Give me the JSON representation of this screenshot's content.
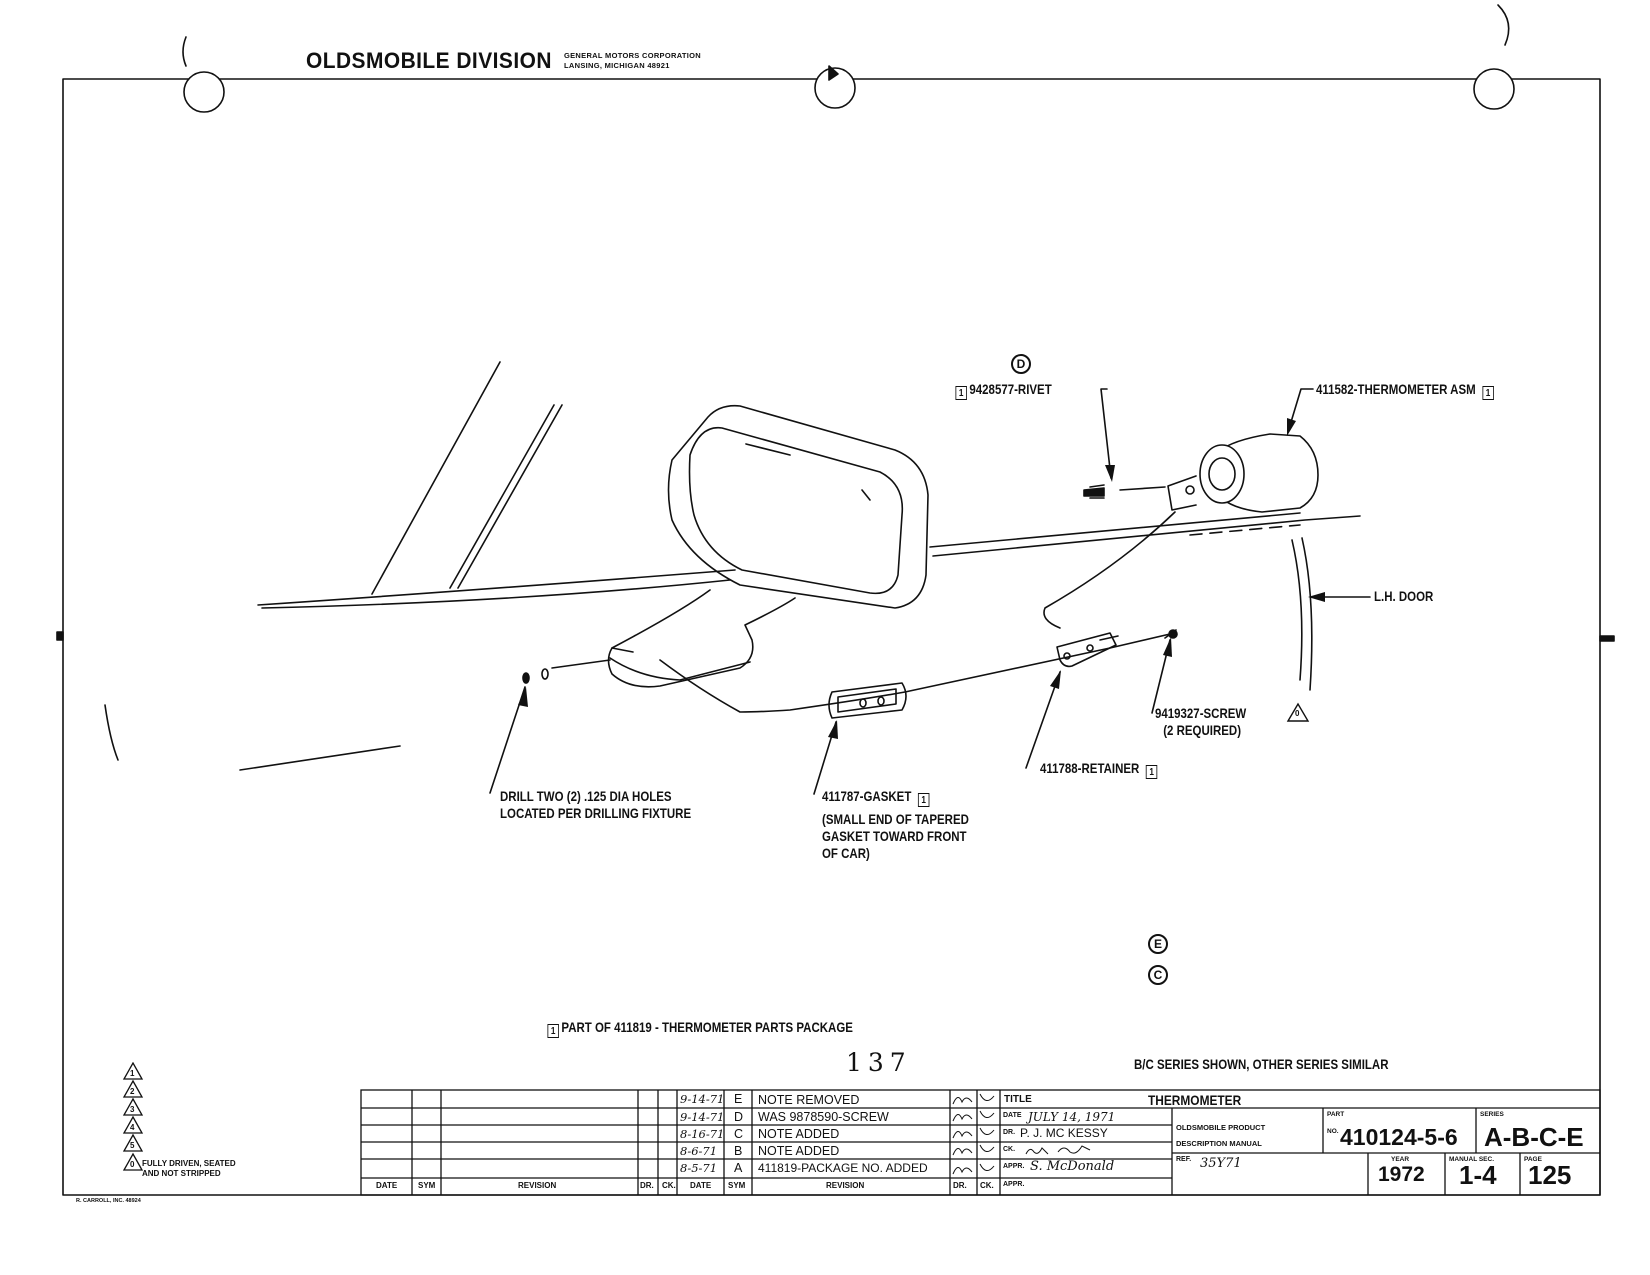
{
  "header": {
    "division": "OLDSMOBILE DIVISION",
    "corporation_line1": "GENERAL MOTORS CORPORATION",
    "corporation_line2": "LANSING, MICHIGAN 48921"
  },
  "callouts": {
    "marker_d": "D",
    "rivet": "9428577-RIVET",
    "thermometer_asm": "411582-THERMOMETER ASM",
    "door": "L.H. DOOR",
    "screw": "9419327-SCREW",
    "screw_note": "(2 REQUIRED)",
    "screw_flag": "0",
    "retainer": "411788-RETAINER",
    "drill_line1": "DRILL TWO (2) .125 DIA HOLES",
    "drill_line2": "LOCATED PER DRILLING FIXTURE",
    "gasket": "411787-GASKET",
    "gasket_note1": "(SMALL END OF TAPERED",
    "gasket_note2": "GASKET TOWARD FRONT",
    "gasket_note3": "OF CAR)",
    "box_symbol": "1",
    "marker_e": "E",
    "marker_c": "C"
  },
  "notes": {
    "package": "PART OF 411819 - THERMOMETER PARTS PACKAGE",
    "handwritten_page": "137",
    "series_note": "B/C SERIES SHOWN, OTHER SERIES SIMILAR"
  },
  "legend": {
    "flags": [
      "1",
      "2",
      "3",
      "4",
      "5",
      "0"
    ],
    "flag0_line1": "FULLY DRIVEN, SEATED",
    "flag0_line2": "AND NOT STRIPPED",
    "printer": "R. CARROLL, INC. 48924"
  },
  "revisions": {
    "headers": {
      "date": "DATE",
      "sym": "SYM",
      "revision": "REVISION",
      "dr": "DR.",
      "ck": "CK."
    },
    "rows": [
      {
        "date": "9-14-71",
        "sym": "E",
        "revision": "NOTE REMOVED"
      },
      {
        "date": "9-14-71",
        "sym": "D",
        "revision": "WAS 9878590-SCREW"
      },
      {
        "date": "8-16-71",
        "sym": "C",
        "revision": "NOTE ADDED"
      },
      {
        "date": "8-6-71",
        "sym": "B",
        "revision": "NOTE ADDED"
      },
      {
        "date": "8-5-71",
        "sym": "A",
        "revision": "411819-PACKAGE NO. ADDED"
      }
    ]
  },
  "title_block": {
    "title_label": "TITLE",
    "title_value": "THERMOMETER",
    "date_label": "DATE",
    "date_value": "JULY 14, 1971",
    "dr_label": "DR.",
    "dr_value": "P. J. MC KESSY",
    "ck_label": "CK.",
    "appr_label": "APPR.",
    "appr_value": "S. McDonald",
    "appr2_label": "APPR.",
    "manual_line1": "OLDSMOBILE PRODUCT",
    "manual_line2": "DESCRIPTION MANUAL",
    "part_label": "PART",
    "part_no_label": "NO.",
    "part_value": "410124-5-6",
    "series_label": "SERIES",
    "series_value": "A-B-C-E",
    "ref_label": "REF.",
    "ref_value": "35Y71",
    "year_label": "YEAR",
    "year_value": "1972",
    "section_label": "MANUAL SEC.",
    "section_value": "1-4",
    "page_label": "PAGE",
    "page_value": "125"
  }
}
